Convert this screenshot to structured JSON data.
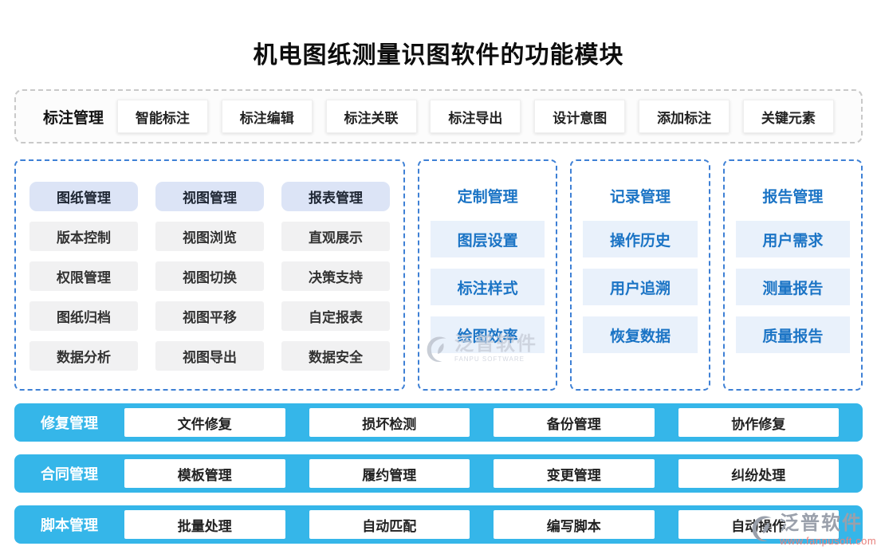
{
  "title": "机电图纸测量识图软件的功能模块",
  "annotation_bar": {
    "label": "标注管理",
    "buttons": [
      "智能标注",
      "标注编辑",
      "标注关联",
      "标注导出",
      "设计意图",
      "添加标注",
      "关键元素"
    ]
  },
  "grid_panel": {
    "columns": [
      {
        "header": "图纸管理",
        "items": [
          "版本控制",
          "权限管理",
          "图纸归档",
          "数据分析"
        ]
      },
      {
        "header": "视图管理",
        "items": [
          "视图浏览",
          "视图切换",
          "视图平移",
          "视图导出"
        ]
      },
      {
        "header": "报表管理",
        "items": [
          "直观展示",
          "决策支持",
          "自定报表",
          "数据安全"
        ]
      }
    ]
  },
  "feature_panels": [
    {
      "title": "定制管理",
      "items": [
        "图层设置",
        "标注样式",
        "绘图效率"
      ]
    },
    {
      "title": "记录管理",
      "items": [
        "操作历史",
        "用户追溯",
        "恢复数据"
      ]
    },
    {
      "title": "报告管理",
      "items": [
        "用户需求",
        "测量报告",
        "质量报告"
      ]
    }
  ],
  "bottom_bars": [
    {
      "label": "修复管理",
      "buttons": [
        "文件修复",
        "损坏检测",
        "备份管理",
        "协作修复"
      ]
    },
    {
      "label": "合同管理",
      "buttons": [
        "模板管理",
        "履约管理",
        "变更管理",
        "纠纷处理"
      ]
    },
    {
      "label": "脚本管理",
      "buttons": [
        "批量处理",
        "自动匹配",
        "编写脚本",
        "自动操作"
      ]
    }
  ],
  "watermark": {
    "name": "泛普软件",
    "subtitle": "FANPU SOFTWARE",
    "url": "www.fanpusoft.com"
  },
  "colors": {
    "bar_blue": "#35b6e9",
    "panel_border_blue": "#3e80d5",
    "accent_text_blue": "#1b74c5",
    "item_light_blue": "#e9f1fb",
    "header_periwinkle": "#dce4f6",
    "item_gray": "#f1f1f2",
    "watermark_url_pink": "#e8827e"
  }
}
